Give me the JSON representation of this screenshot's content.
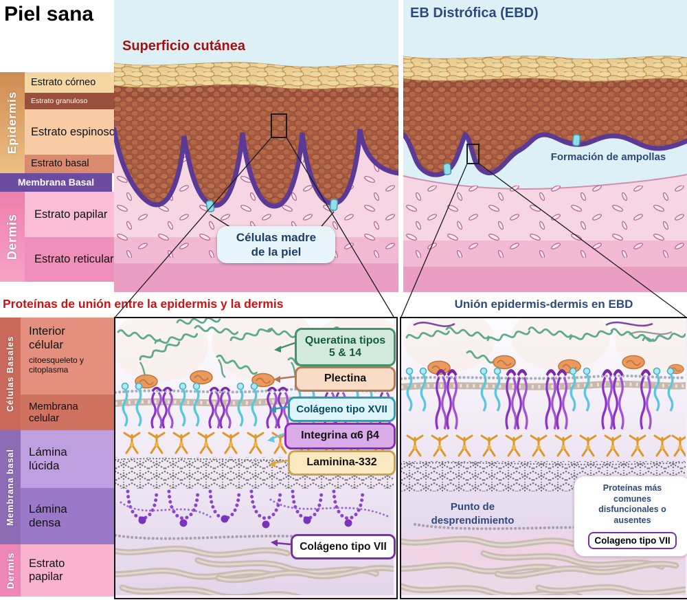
{
  "page": {
    "title": "Piel sana"
  },
  "top_panels": {
    "surface_label": "Superficio cutánea",
    "stem_cells_label": "Células madre de la piel",
    "ebd_title": "EB Distrófica (EBD)",
    "blister_label": "Formación de ampollas"
  },
  "sidebar_top": {
    "epidermis": "Epidermis",
    "estrato_corneo": "Estrato córneo",
    "estrato_granuloso": "Estrato granuloso",
    "estrato_espinoso": "Estrato espinoso",
    "estrato_basal": "Estrato basal",
    "membrana_basal": "Membrana Basal",
    "dermis": "Dermis",
    "estrato_papilar": "Estrato papilar",
    "estrato_reticular": "Estrato reticular"
  },
  "sidebar_bottom": {
    "celulas_basales": "Células Basales",
    "interior_celular": "Interior célular",
    "interior_sub": "citoesqueleto y citoplasma",
    "membrana_celular": "Membrana celular",
    "membrana_basal": "Membrana basal",
    "lamina_lucida": "Lámina lúcida",
    "lamina_densa": "Lámina densa",
    "dermis": "Dermis",
    "estrato_papilar": "Estrato papilar"
  },
  "bottom_left": {
    "title": "Proteínas de unión entre la epidermis y la dermis",
    "labels": {
      "queratina": "Queratina tipos 5 & 14",
      "plectina": "Plectina",
      "colageno_xvii": "Colágeno tipo XVII",
      "integrina": "Integrina α6 β4",
      "laminina": "Laminina-332",
      "colageno_vii": "Colágeno tipo VII"
    }
  },
  "bottom_right": {
    "title": "Unión epidermis-dermis en EBD",
    "detachment_label": "Punto de desprendimiento",
    "note": "Proteínas más comunes disfuncionales o ausentes",
    "colageno_vii_label": "Colageno tipo VII"
  }
}
